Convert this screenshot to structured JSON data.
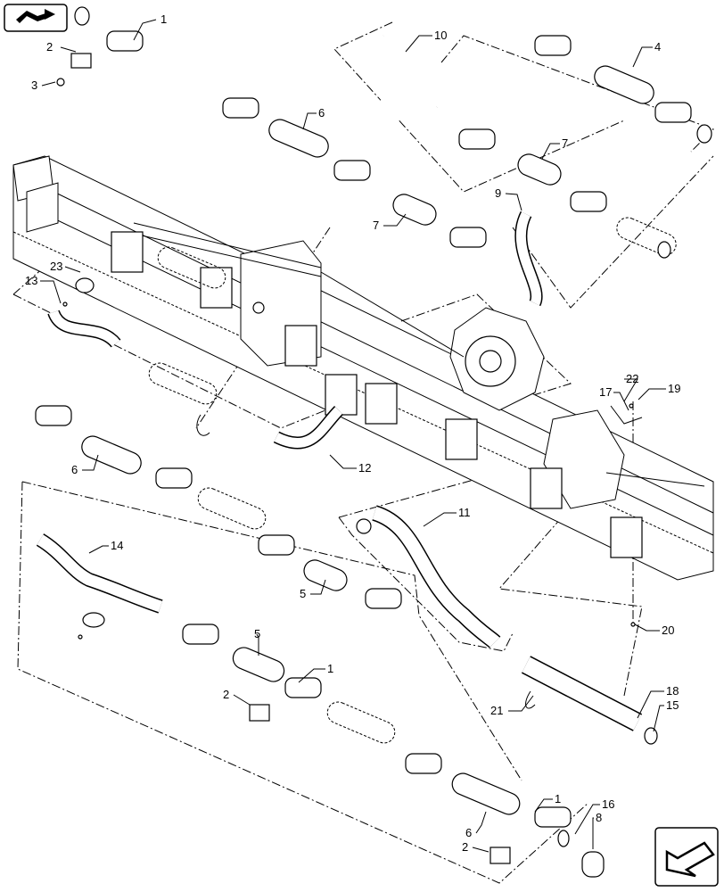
{
  "diagram": {
    "title": "",
    "callouts": [
      {
        "id": "c1a",
        "label": "1"
      },
      {
        "id": "c2a",
        "label": "2"
      },
      {
        "id": "c3",
        "label": "3"
      },
      {
        "id": "c10",
        "label": "10"
      },
      {
        "id": "c4",
        "label": "4"
      },
      {
        "id": "c6a",
        "label": "6"
      },
      {
        "id": "c7a",
        "label": "7"
      },
      {
        "id": "c9",
        "label": "9"
      },
      {
        "id": "c7b",
        "label": "7"
      },
      {
        "id": "c23",
        "label": "23"
      },
      {
        "id": "c13",
        "label": "13"
      },
      {
        "id": "c22",
        "label": "22"
      },
      {
        "id": "c17",
        "label": "17"
      },
      {
        "id": "c19",
        "label": "19"
      },
      {
        "id": "c12",
        "label": "12"
      },
      {
        "id": "c6b",
        "label": "6"
      },
      {
        "id": "c11",
        "label": "11"
      },
      {
        "id": "c14",
        "label": "14"
      },
      {
        "id": "c5a",
        "label": "5"
      },
      {
        "id": "c20",
        "label": "20"
      },
      {
        "id": "c5b",
        "label": "5"
      },
      {
        "id": "c1b",
        "label": "1"
      },
      {
        "id": "c2b",
        "label": "2"
      },
      {
        "id": "c18",
        "label": "18"
      },
      {
        "id": "c21",
        "label": "21"
      },
      {
        "id": "c15",
        "label": "15"
      },
      {
        "id": "c16",
        "label": "16"
      },
      {
        "id": "c8",
        "label": "8"
      },
      {
        "id": "c1c",
        "label": "1"
      },
      {
        "id": "c6c",
        "label": "6"
      },
      {
        "id": "c2c",
        "label": "2"
      }
    ]
  },
  "icons": {
    "top_left": "book-arrow-icon",
    "bottom_right": "direction-arrow-icon"
  }
}
